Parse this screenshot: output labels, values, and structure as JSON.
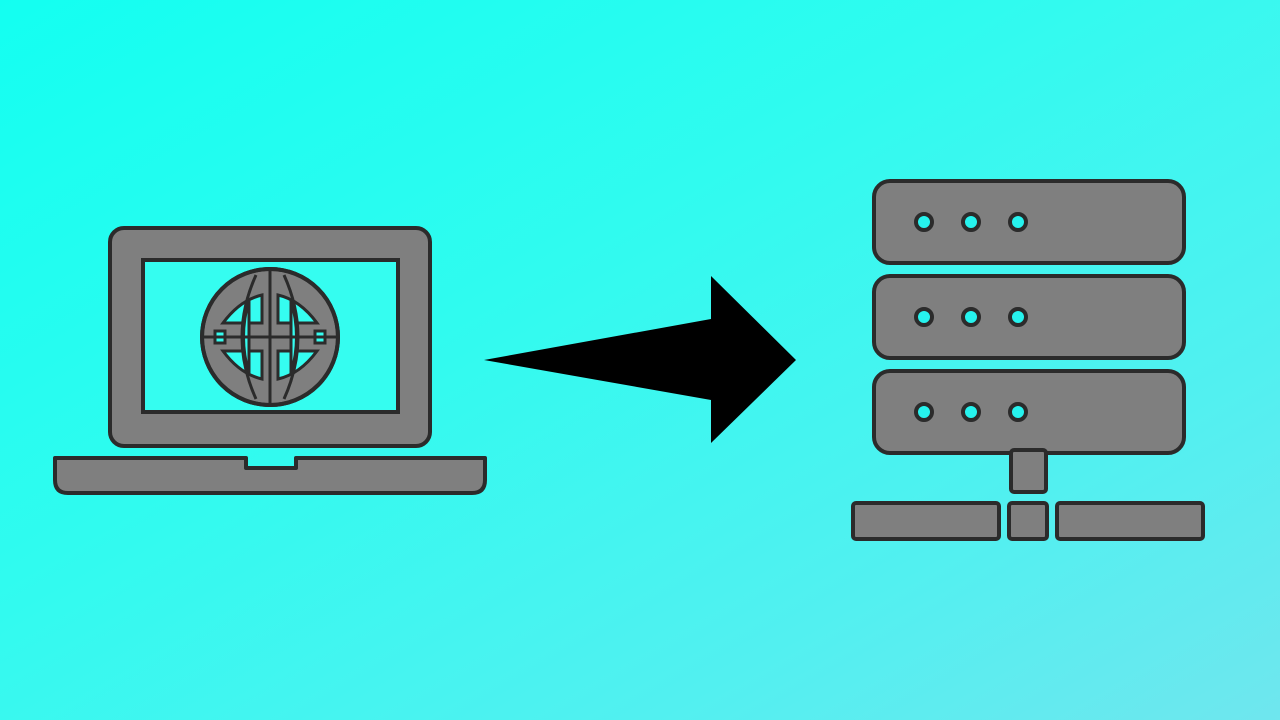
{
  "diagram": {
    "nodes": [
      {
        "id": "laptop",
        "icon": "laptop-with-globe-icon"
      },
      {
        "id": "server",
        "icon": "server-rack-icon"
      }
    ],
    "edges": [
      {
        "from": "laptop",
        "to": "server",
        "style": "solid-arrow"
      }
    ],
    "server": {
      "units": 3,
      "leds_per_unit": 3
    }
  },
  "colors": {
    "background_start": "#13fff1",
    "background_end": "#6fe6ee",
    "icon_fill": "#7f7f7f",
    "icon_stroke": "#2b2b2b",
    "led_fill": "#26f3ee",
    "arrow": "#000000"
  }
}
